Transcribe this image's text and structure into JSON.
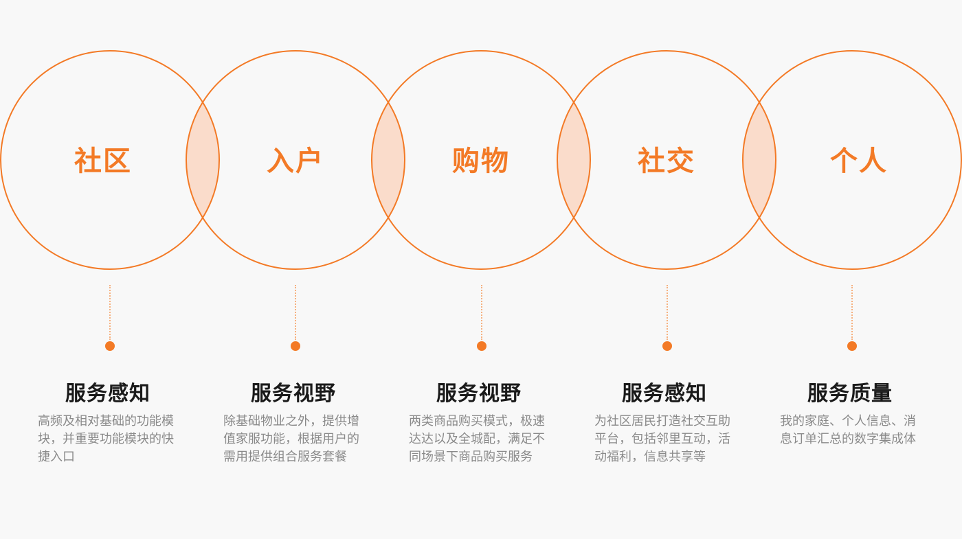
{
  "theme": {
    "accent": "#f37a26",
    "overlap_fill": "#fadccb",
    "title_color": "#1a1a1a",
    "desc_color": "#8a8a8a",
    "background": "#f8f8f8"
  },
  "modules": [
    {
      "circle_label": "社区",
      "title": "服务感知",
      "description": "高频及相对基础的功能模块，并重要功能模块的快捷入口"
    },
    {
      "circle_label": "入户",
      "title": "服务视野",
      "description": "除基础物业之外，提供增值家服功能，根据用户的需用提供组合服务套餐"
    },
    {
      "circle_label": "购物",
      "title": "服务视野",
      "description": "两类商品购买模式，极速达达以及全城配，满足不同场景下商品购买服务"
    },
    {
      "circle_label": "社交",
      "title": "服务感知",
      "description": "为社区居民打造社交互助平台，包括邻里互动，活动福利，信息共享等"
    },
    {
      "circle_label": "个人",
      "title": "服务质量",
      "description": "我的家庭、个人信息、消息订单汇总的数字集成体"
    }
  ]
}
